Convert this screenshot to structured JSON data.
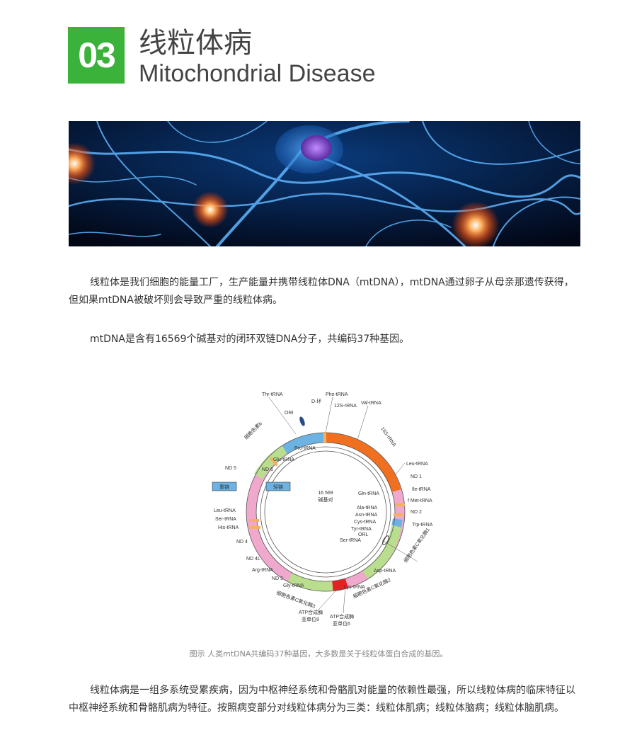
{
  "header": {
    "number": "03",
    "title_cn": "线粒体病",
    "title_en": "Mitochondrial Disease"
  },
  "paragraphs": [
    "线粒体是我们细胞的能量工厂，生产能量并携带线粒体DNA（mtDNA），mtDNA通过卵子从母亲那遗传获得，但如果mtDNA被破坏则会导致严重的线粒体病。",
    "mtDNA是含有16569个碱基对的闭环双链DNA分子，共编码37种基因。",
    "线粒体病是一组多系统受累疾病，因为中枢神经系统和骨骼肌对能量的依赖性最强，所以线粒体病的临床特征以中枢神经系统和骨骼肌病为特征。按照病变部分对线粒体病分为三类：线粒体肌病；线粒体脑病；线粒体脑肌病。"
  ],
  "diagram": {
    "center_line1": "16 569",
    "center_line2": "碱基对",
    "box_left": "重链",
    "box_right": "轻链",
    "labels": {
      "thr": "Thr-tRNA",
      "phe": "Phe-tRNA",
      "d_loop": "D-环",
      "s12": "12S-rRNA",
      "val": "Val-tRNA",
      "s16": "16S-rRNA",
      "orl_top": "ORI",
      "cytb": "细胞色素b",
      "pro": "Pro-tRNA",
      "glu": "Glu-tRNA",
      "nd6": "ND 6",
      "nd5": "ND 5",
      "leu1": "Leu-tRNA",
      "nd1": "ND 1",
      "gln": "Gln-tRNA",
      "ile": "Ile-tRNA",
      "met": "f Met-tRNA",
      "nd2": "ND 2",
      "ala": "Ala-tRNA",
      "asn": "Asn-tRNA",
      "cys": "Cys-tRNA",
      "tyr": "Tyr-tRNA",
      "trp": "Trp-tRNA",
      "orl": "ORL",
      "ser1": "Ser-tRNA",
      "leu2": "Leu-tRNA",
      "ser2": "Ser-tRNA",
      "his": "His-tRNA",
      "nd4": "ND 4",
      "cox1": "细胞色素C氧化酶1",
      "nd4l": "ND 4L",
      "arg": "Arg-tRNA",
      "asp": "Asp-tRNA",
      "nd3": "ND 3",
      "gly": "Gly-tRNA",
      "lys": "Lys-tRNA",
      "cox2": "细胞色素C氧化酶2",
      "cox3": "细胞色素C氧化酶3",
      "atp8a": "ATP合成酶",
      "atp8b": "亚单位8",
      "atp6a": "ATP合成酶",
      "atp6b": "亚单位6"
    }
  },
  "caption": "图示 人类mtDNA共编码37种基因，大多数是关于线粒体蛋白合成的基因。",
  "colors": {
    "badge": "#3bb33a",
    "rrna": "#f07020",
    "cyt": "#6cb3e3",
    "nd": "#f0a8cc",
    "cox": "#b9df8e",
    "atp": "#e82020"
  }
}
